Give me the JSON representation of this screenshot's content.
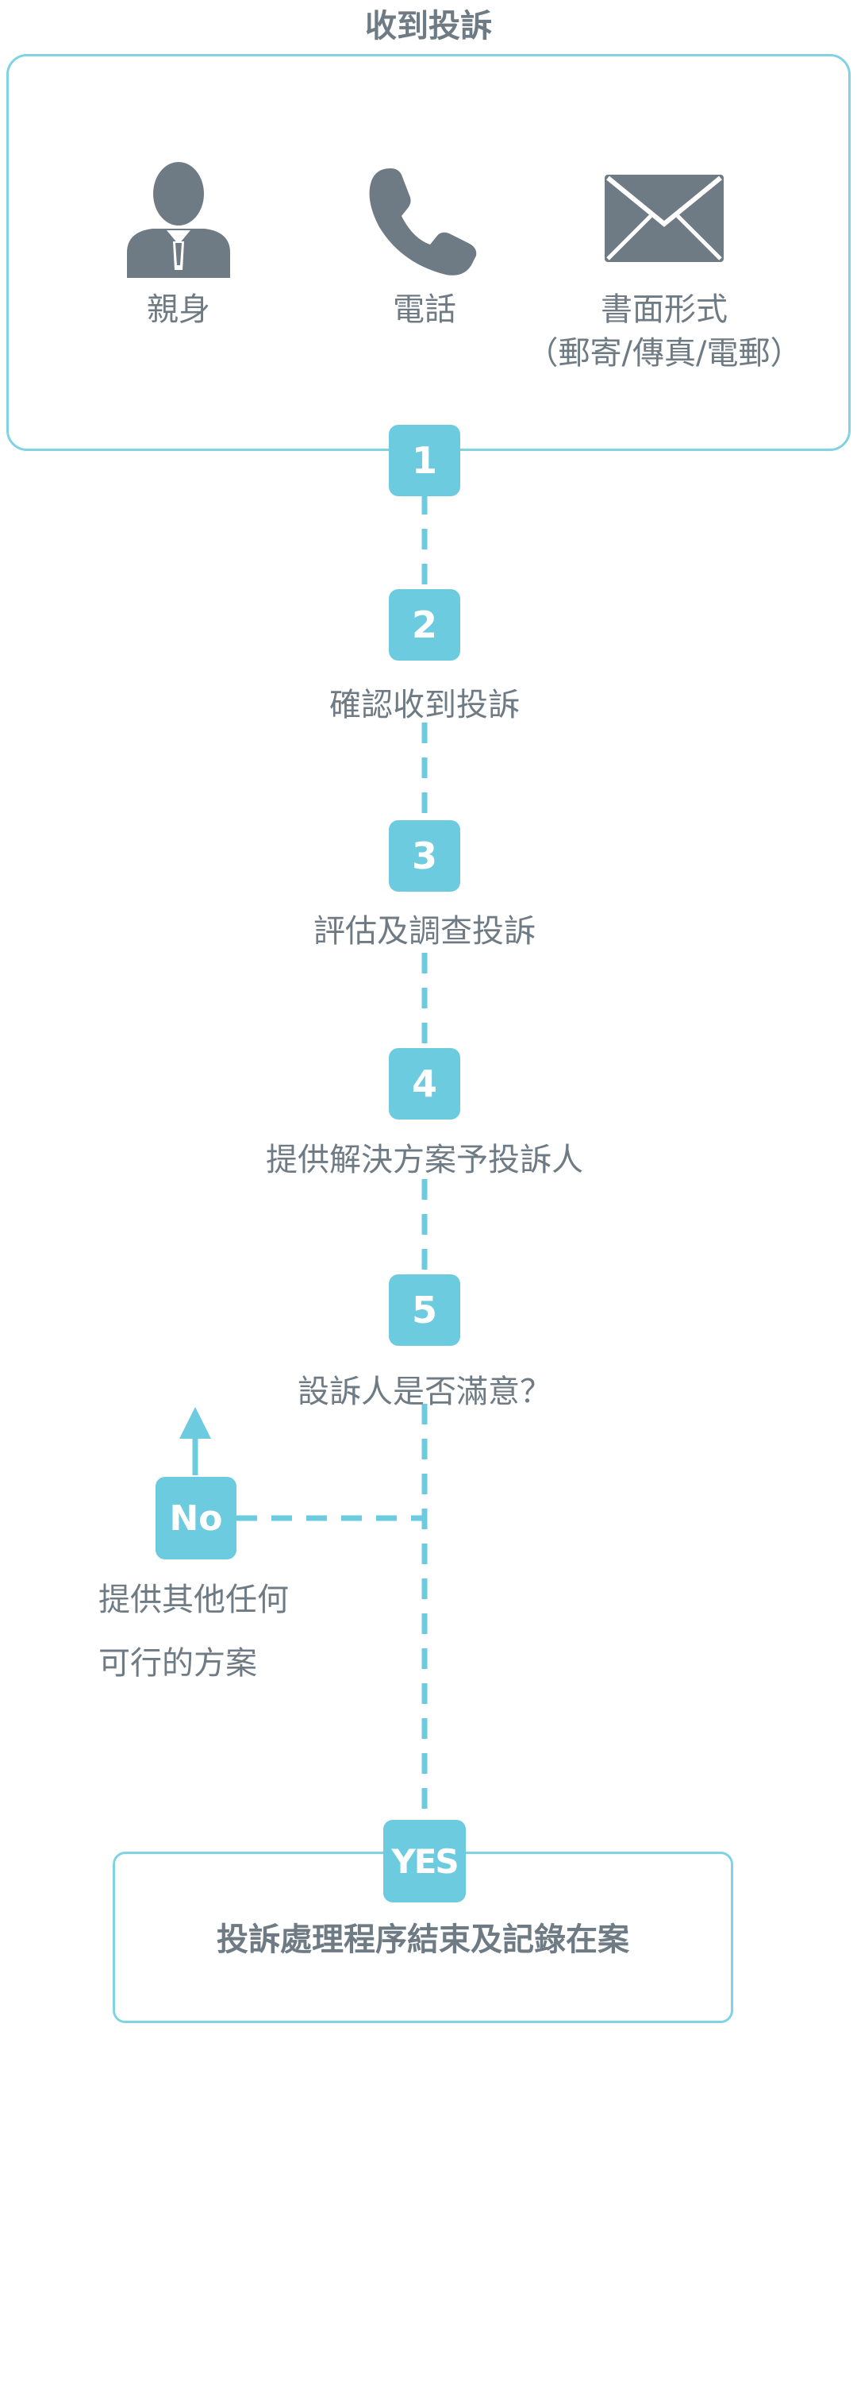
{
  "title": "收到投訴",
  "methods": [
    {
      "label": "親身",
      "sub": ""
    },
    {
      "label": "電話",
      "sub": ""
    },
    {
      "label": "書面形式",
      "sub": "（郵寄/傳真/電郵）"
    }
  ],
  "steps": [
    {
      "num": "1",
      "label": ""
    },
    {
      "num": "2",
      "label": "確認收到投訴"
    },
    {
      "num": "3",
      "label": "評估及調查投訴"
    },
    {
      "num": "4",
      "label": "提供解決方案予投訴人"
    },
    {
      "num": "5",
      "label": "設訴人是否滿意？"
    }
  ],
  "no_branch": {
    "badge": "No",
    "line1": "提供其他任何",
    "line2": "可行的方案"
  },
  "yes_branch": {
    "badge": "YES",
    "label": "投訴處理程序結束及記錄在案"
  },
  "colors": {
    "accent": "#6ccbdf",
    "border": "#7fd3e3",
    "icon": "#6f7b84",
    "text": "#6f7b84"
  }
}
